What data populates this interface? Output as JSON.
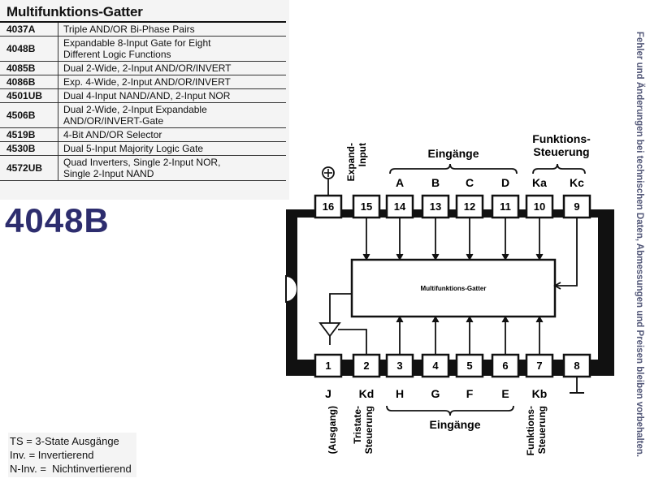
{
  "table": {
    "title": "Multifunktions-Gatter",
    "rows": [
      {
        "part": "4037A",
        "desc": [
          "Triple AND/OR Bi-Phase Pairs"
        ]
      },
      {
        "part": "4048B",
        "desc": [
          "Expandable 8-Input Gate for Eight",
          "Different Logic Functions"
        ]
      },
      {
        "part": "4085B",
        "desc": [
          "Dual 2-Wide, 2-Input AND/OR/INVERT"
        ]
      },
      {
        "part": "4086B",
        "desc": [
          "Exp. 4-Wide, 2-Input AND/OR/INVERT"
        ]
      },
      {
        "part": "4501UB",
        "desc": [
          "Dual 4-Input NAND/AND, 2-Input NOR"
        ]
      },
      {
        "part": "4506B",
        "desc": [
          "Dual 2-Wide, 2-Input Expandable",
          "AND/OR/INVERT-Gate"
        ]
      },
      {
        "part": "4519B",
        "desc": [
          "4-Bit AND/OR Selector"
        ]
      },
      {
        "part": "4530B",
        "desc": [
          "Dual 5-Input Majority Logic Gate"
        ]
      },
      {
        "part": "4572UB",
        "desc": [
          "Quad Inverters, Single 2-Input NOR,",
          "Single 2-Input NAND"
        ]
      }
    ]
  },
  "big_title": "4048B",
  "legend": [
    "TS = 3-State Ausgänge",
    "Inv. = Invertierend",
    "N-Inv. =  Nichtinvertierend"
  ],
  "side_note": "Fehler und Änderungen bei technischen Daten, Abmessungen und Preisen bleiben vorbehalten.",
  "diagram": {
    "chip_label": "Multifunktions-Gatter",
    "top_pins": [
      "16",
      "15",
      "14",
      "13",
      "12",
      "11",
      "10",
      "9"
    ],
    "bottom_pins": [
      "1",
      "2",
      "3",
      "4",
      "5",
      "6",
      "7",
      "8"
    ],
    "top_labels": [
      "A",
      "B",
      "C",
      "D",
      "Ka",
      "Kc"
    ],
    "bottom_labels": [
      "J",
      "Kd",
      "H",
      "G",
      "F",
      "E",
      "Kb"
    ],
    "group_top_inputs": "Eingänge",
    "group_top_control": "Funktions-\nSteuerung",
    "group_bottom_inputs": "Eingänge",
    "expand_input": "Expand-\nInput",
    "output_label": "(Ausgang)",
    "tristate_label": "Tristate-\nSteuerung",
    "control_label": "Funktions-\nSteuerung"
  },
  "colors": {
    "title_blue": "#2d2d6e",
    "side_text": "#555a7a"
  }
}
